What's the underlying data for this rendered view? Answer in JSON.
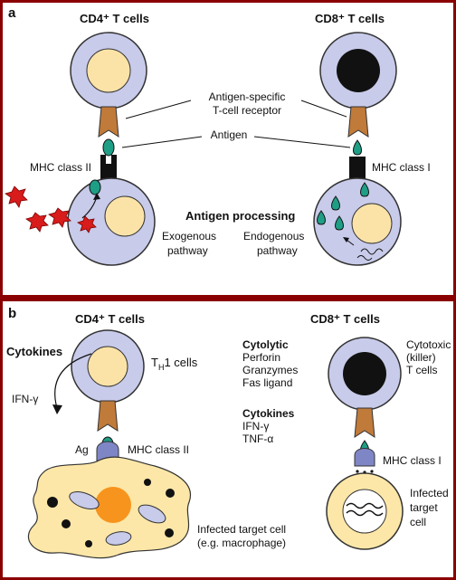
{
  "panel_a": {
    "letter": "a",
    "cd4_title": "CD4⁺ T cells",
    "cd8_title": "CD8⁺ T cells",
    "receptor_label_1": "Antigen-specific",
    "receptor_label_2": "T-cell receptor",
    "antigen_label": "Antigen",
    "mhc2_label": "MHC class II",
    "mhc1_label": "MHC class I",
    "processing_label": "Antigen processing",
    "exogenous_1": "Exogenous",
    "exogenous_2": "pathway",
    "endogenous_1": "Endogenous",
    "endogenous_2": "pathway"
  },
  "panel_b": {
    "letter": "b",
    "cd4_title": "CD4⁺ T cells",
    "cd8_title": "CD8⁺ T cells",
    "cytokines_heading": "Cytokines",
    "th1_main": "T",
    "th1_sub": "H",
    "th1_rest": "1 cells",
    "ifn_label": "IFN-γ",
    "ag_label": "Ag",
    "mhc2_label": "MHC class II",
    "infected_cell_1": "Infected target cell",
    "infected_cell_2": "(e.g. macrophage)",
    "cytolytic_heading": "Cytolytic",
    "cytolytic_items": [
      "Perforin",
      "Granzymes",
      "Fas ligand"
    ],
    "cytotoxic_1": "Cytotoxic",
    "cytotoxic_2": "(killer)",
    "cytotoxic_3": "T cells",
    "cytokines_heading_2": "Cytokines",
    "cytokine_items": [
      "IFN-γ",
      "TNF-α"
    ],
    "mhc1_label": "MHC class I",
    "infected_target_1": "Infected",
    "infected_target_2": "target",
    "infected_target_3": "cell"
  },
  "colors": {
    "frame": "#8a0000",
    "cell_membrane": "#c8cbea",
    "nucleus": "#fbe3a8",
    "receptor": "#c07a3a",
    "antigen": "#1f9e86",
    "mhc": "#111111",
    "mhc_b": "#7f86c6",
    "pathogen": "#d81b1b",
    "macrophage": "#fde7a8",
    "macrophage_nucleus": "#f7941d"
  }
}
